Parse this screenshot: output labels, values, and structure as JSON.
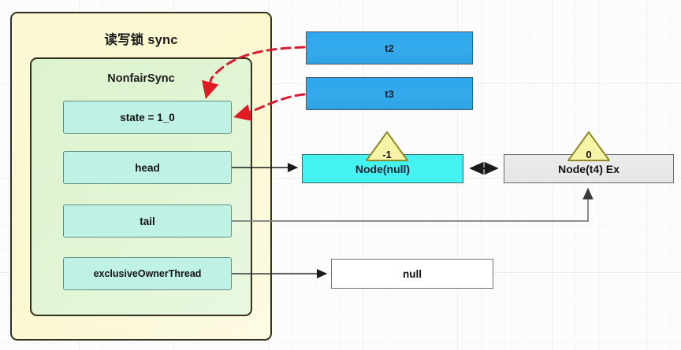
{
  "diagram": {
    "title": "ReentrantReadWriteLock AQS state diagram",
    "outer": {
      "label": "读写锁 sync",
      "fill": "#fbf7cf",
      "stroke": "#32301f"
    },
    "inner": {
      "label": "NonfairSync",
      "fill": "#e1f5d4",
      "stroke": "#32301f"
    },
    "fields": [
      {
        "name": "state",
        "label": "state = 1_0"
      },
      {
        "name": "head",
        "label": "head"
      },
      {
        "name": "tail",
        "label": "tail"
      },
      {
        "name": "exclusiveOwnerThread",
        "label": "exclusiveOwnerThread"
      }
    ],
    "threads": [
      {
        "name": "t2",
        "label": "t2",
        "color": "#34aaec"
      },
      {
        "name": "t3",
        "label": "t3",
        "color": "#34aaec"
      }
    ],
    "nodes": [
      {
        "name": "node-null",
        "label": "Node(null)",
        "waitStatus": "-1",
        "color": "#44f2f2"
      },
      {
        "name": "node-t4",
        "label": "Node(t4) Ex",
        "waitStatus": "0",
        "color": "#e9e9e9"
      }
    ],
    "owner_value": {
      "label": "null"
    },
    "edges": [
      {
        "name": "t2-to-state",
        "style": "dashed",
        "color": "#e01b24",
        "from": "t2",
        "to": "state"
      },
      {
        "name": "t3-to-state",
        "style": "dashed",
        "color": "#e01b24",
        "from": "t3",
        "to": "state"
      },
      {
        "name": "head-to-node-null",
        "style": "solid",
        "color": "#1a1a1a",
        "from": "head",
        "to": "node-null"
      },
      {
        "name": "tail-to-node-t4",
        "style": "solid",
        "color": "#777777",
        "from": "tail",
        "to": "node-t4"
      },
      {
        "name": "node-null-to-node-t4",
        "style": "solid-bidirectional",
        "color": "#111111",
        "from": "node-null",
        "to": "node-t4"
      },
      {
        "name": "exclusiveOwnerThread-to-null",
        "style": "solid",
        "color": "#333333",
        "from": "exclusiveOwnerThread",
        "to": "null"
      }
    ],
    "badge_fill": "#f7f4a8",
    "badge_stroke": "#8e8a2a"
  }
}
